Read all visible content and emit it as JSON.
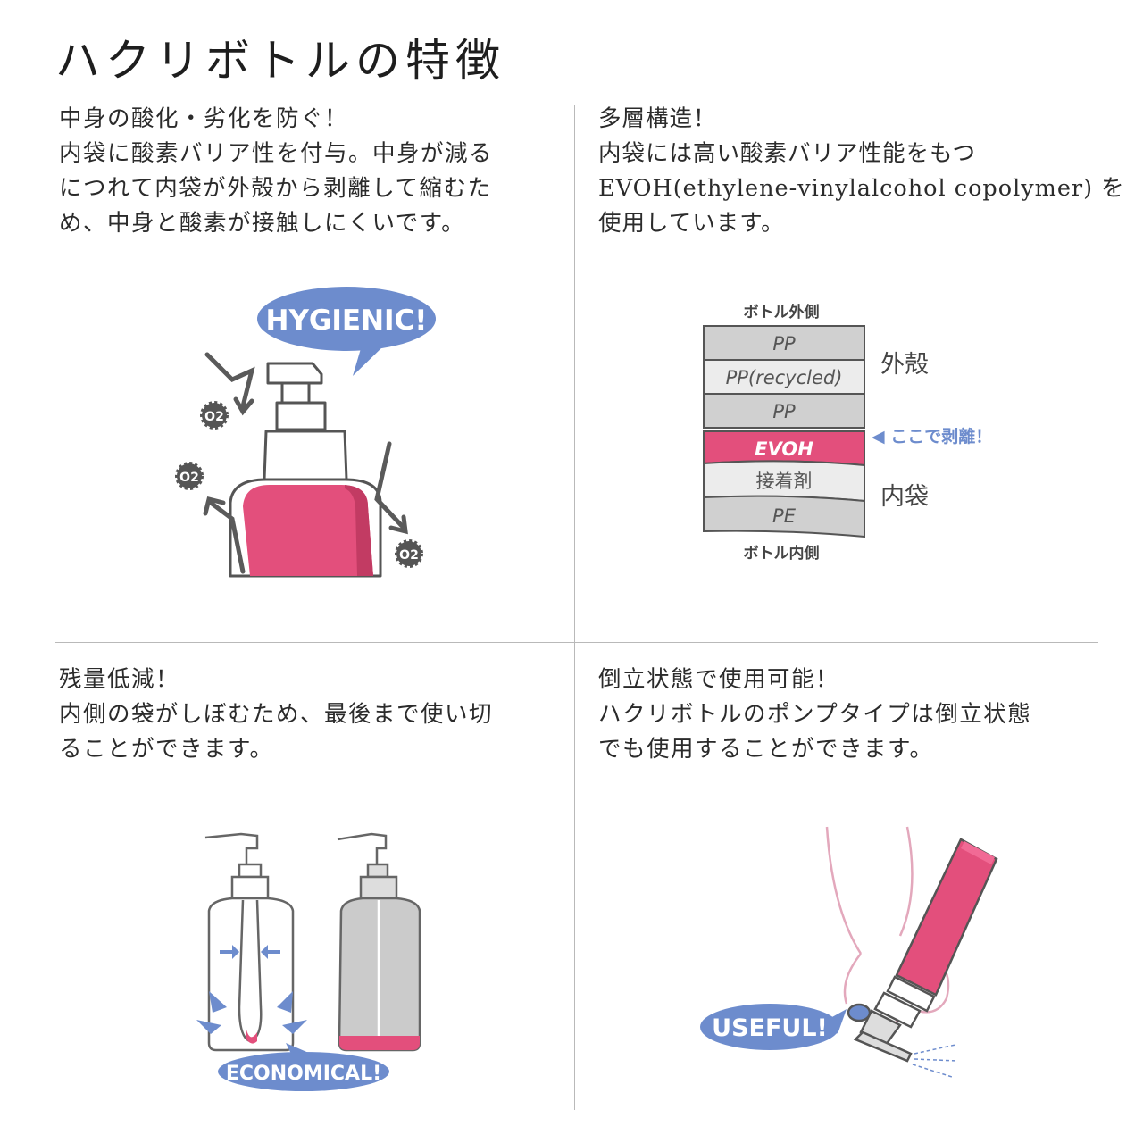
{
  "page": {
    "title": "ハクリボトルの特徴"
  },
  "panels": [
    {
      "lines": [
        "中身の酸化・劣化を防ぐ！",
        "内袋に酸素バリア性を付与。中身が減る",
        "につれて内袋が外殻から剥離して縮むた",
        "め、中身と酸素が接触しにくいです。"
      ],
      "badge": "HYGIENIC!",
      "o2": "O2"
    },
    {
      "lines": [
        "多層構造！",
        "内袋には高い酸素バリア性能をもつ",
        "EVOH(ethylene-vinylalcohol copolymer) を",
        "使用しています。"
      ],
      "outer_label": "ボトル外側",
      "inner_label": "ボトル内側",
      "layers": [
        "PP",
        "PP(recycled)",
        "PP",
        "EVOH",
        "接着剤",
        "PE"
      ],
      "shell_label": "外殻",
      "bag_label": "内袋",
      "peel_note": "◀ ここで剥離！"
    },
    {
      "lines": [
        "残量低減！",
        "内側の袋がしぼむため、最後まで使い切",
        "ることができます。"
      ],
      "badge": "ECONOMICAL!"
    },
    {
      "lines": [
        "倒立状態で使用可能！",
        "ハクリボトルのポンプタイプは倒立状態",
        "でも使用することができます。"
      ],
      "badge": "USEFUL!"
    }
  ],
  "colors": {
    "accent": "#e34f7c",
    "accent_dark": "#c23b63",
    "badge": "#6d8ccd",
    "gray": "#cbcbcb",
    "line": "#5a5a5a"
  }
}
